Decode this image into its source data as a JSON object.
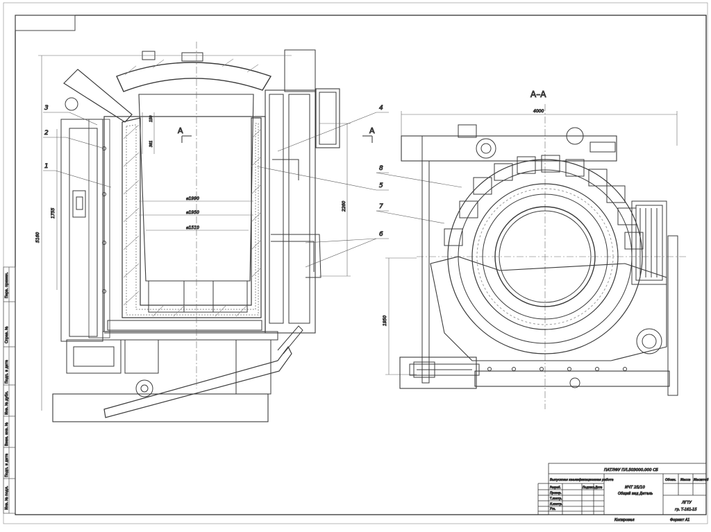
{
  "section_title": "А–А",
  "section_marks": [
    "А",
    "А"
  ],
  "callouts": [
    "1",
    "2",
    "3",
    "4",
    "5",
    "6",
    "7",
    "8"
  ],
  "dimensions": {
    "overall_height": "5160",
    "inner_height": "1755",
    "right_height": "2260",
    "top_150": "150",
    "top_381": "381",
    "dia_1990": "⌀1990",
    "dia_1950": "⌀1950",
    "dia_1510": "⌀1510",
    "width_4000": "4000",
    "side_1950": "1950"
  },
  "title_block": {
    "doc_code": "ПАТЛФУ ПЛ.503000.000 СБ",
    "school": "Выпускная квалификационная работа",
    "product": "ИЧТ 25/10",
    "name": "Общий вид Деталь",
    "col_headers": [
      "Подпись",
      "Дата"
    ],
    "right_headers": [
      "Обозн.",
      "Масса",
      "Масштаб"
    ],
    "org": "ЛГТУ",
    "group": "гр. Т-161-15",
    "roles": [
      "Разраб.",
      "Провер.",
      "Т.контр.",
      "Н.контр.",
      "Утв."
    ],
    "copied": "Копировал",
    "format": "Формат  А1"
  },
  "margin_stamps": [
    "Инв. № подл.",
    "Подп. и дата",
    "Взам. инв. №",
    "Инв. № дубл.",
    "Подп. и дата",
    "Справ. №",
    "Перв. примен."
  ]
}
